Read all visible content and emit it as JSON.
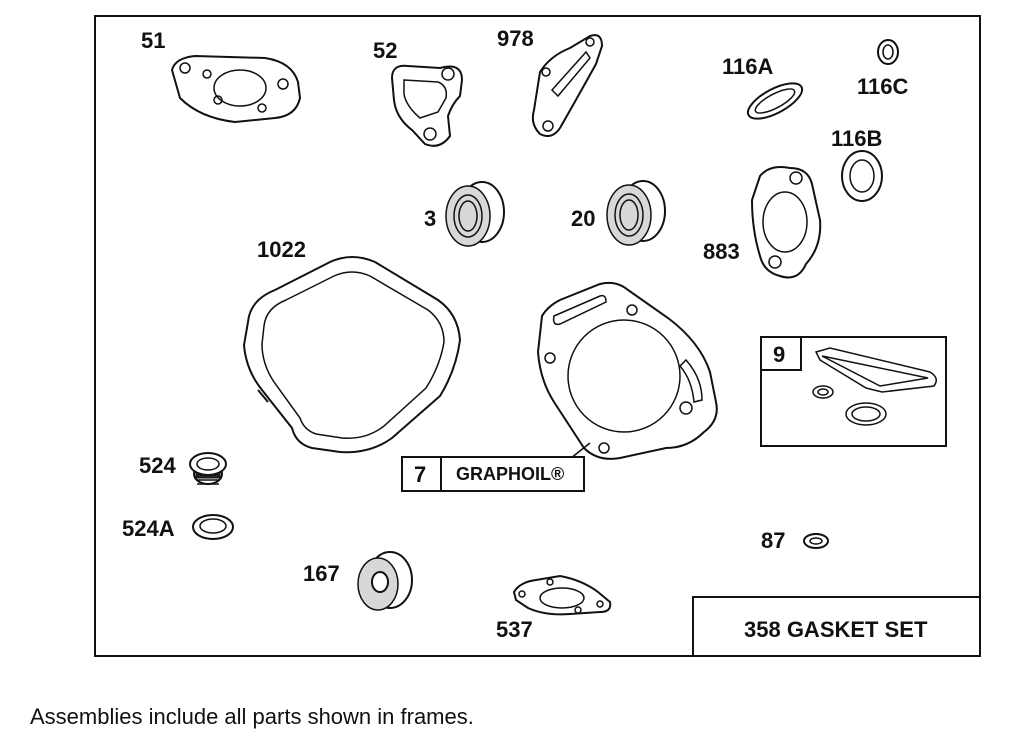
{
  "labels": {
    "p51": "51",
    "p52": "52",
    "p978": "978",
    "p116a": "116A",
    "p116c": "116C",
    "p116b": "116B",
    "p3": "3",
    "p20": "20",
    "p883": "883",
    "p1022": "1022",
    "p9": "9",
    "p7": "7",
    "graphoil": "GRAPHOIL®",
    "p524": "524",
    "p524a": "524A",
    "p87": "87",
    "p167": "167",
    "p537": "537"
  },
  "title_box": "358 GASKET SET",
  "footnote": "Assemblies include all parts shown in frames."
}
